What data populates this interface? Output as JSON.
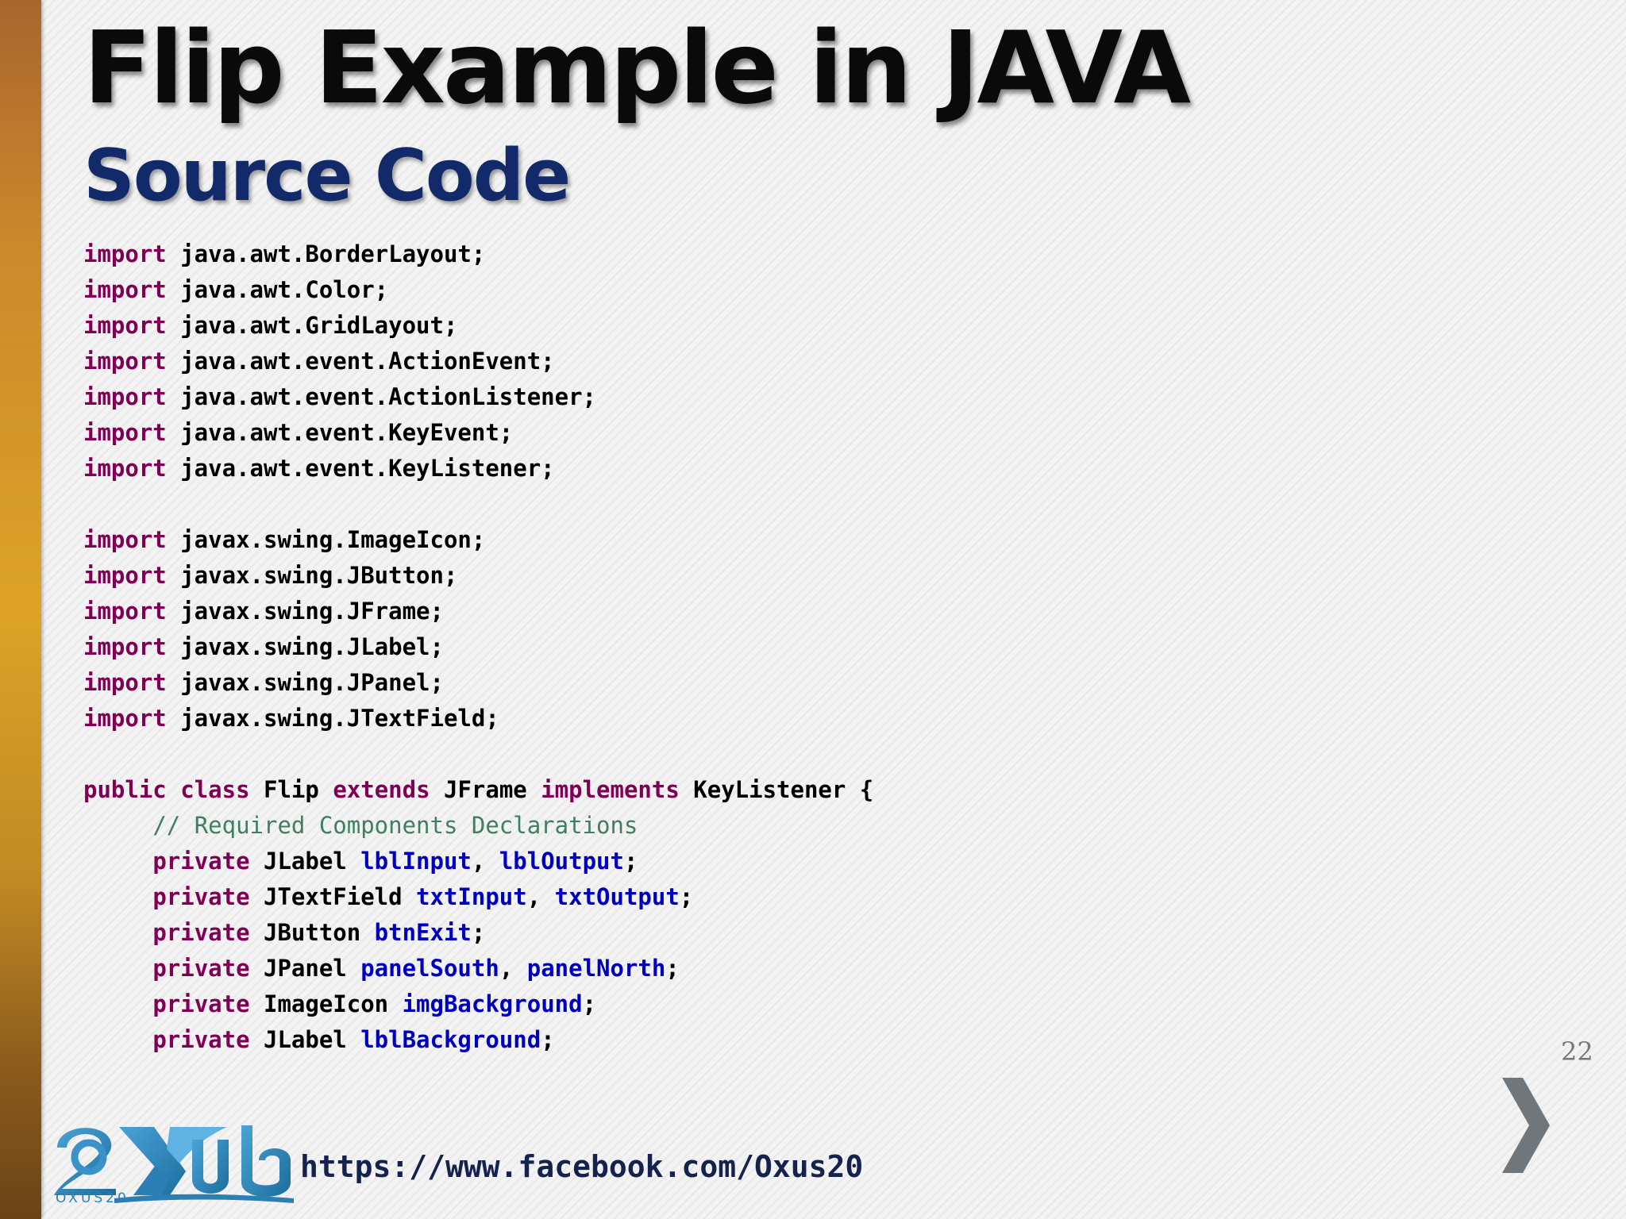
{
  "slide": {
    "title": "Flip Example in JAVA",
    "subtitle": "Source Code",
    "page_number": "22",
    "footer_url": "https://www.facebook.com/Oxus20",
    "logo_caption": "OXUS20"
  },
  "code": {
    "lines": [
      [
        {
          "t": "import",
          "c": "kw"
        },
        {
          "t": " java.awt.BorderLayout;"
        }
      ],
      [
        {
          "t": "import",
          "c": "kw"
        },
        {
          "t": " java.awt.Color;"
        }
      ],
      [
        {
          "t": "import",
          "c": "kw"
        },
        {
          "t": " java.awt.GridLayout;"
        }
      ],
      [
        {
          "t": "import",
          "c": "kw"
        },
        {
          "t": " java.awt.event.ActionEvent;"
        }
      ],
      [
        {
          "t": "import",
          "c": "kw"
        },
        {
          "t": " java.awt.event.ActionListener;"
        }
      ],
      [
        {
          "t": "import",
          "c": "kw"
        },
        {
          "t": " java.awt.event.KeyEvent;"
        }
      ],
      [
        {
          "t": "import",
          "c": "kw"
        },
        {
          "t": " java.awt.event.KeyListener;"
        }
      ],
      [],
      [
        {
          "t": "import",
          "c": "kw"
        },
        {
          "t": " javax.swing.ImageIcon;"
        }
      ],
      [
        {
          "t": "import",
          "c": "kw"
        },
        {
          "t": " javax.swing.JButton;"
        }
      ],
      [
        {
          "t": "import",
          "c": "kw"
        },
        {
          "t": " javax.swing.JFrame;"
        }
      ],
      [
        {
          "t": "import",
          "c": "kw"
        },
        {
          "t": " javax.swing.JLabel;"
        }
      ],
      [
        {
          "t": "import",
          "c": "kw"
        },
        {
          "t": " javax.swing.JPanel;"
        }
      ],
      [
        {
          "t": "import",
          "c": "kw"
        },
        {
          "t": " javax.swing.JTextField;"
        }
      ],
      [],
      [
        {
          "t": "public",
          "c": "kw"
        },
        {
          "t": " "
        },
        {
          "t": "class",
          "c": "kw"
        },
        {
          "t": " Flip "
        },
        {
          "t": "extends",
          "c": "kw"
        },
        {
          "t": " JFrame "
        },
        {
          "t": "implements",
          "c": "kw"
        },
        {
          "t": " KeyListener {"
        }
      ],
      [
        {
          "t": "     "
        },
        {
          "t": "// Required Components Declarations",
          "c": "cmt"
        }
      ],
      [
        {
          "t": "     "
        },
        {
          "t": "private",
          "c": "kw"
        },
        {
          "t": " JLabel "
        },
        {
          "t": "lblInput",
          "c": "fld"
        },
        {
          "t": ", "
        },
        {
          "t": "lblOutput",
          "c": "fld"
        },
        {
          "t": ";"
        }
      ],
      [
        {
          "t": "     "
        },
        {
          "t": "private",
          "c": "kw"
        },
        {
          "t": " JTextField "
        },
        {
          "t": "txtInput",
          "c": "fld"
        },
        {
          "t": ", "
        },
        {
          "t": "txtOutput",
          "c": "fld"
        },
        {
          "t": ";"
        }
      ],
      [
        {
          "t": "     "
        },
        {
          "t": "private",
          "c": "kw"
        },
        {
          "t": " JButton "
        },
        {
          "t": "btnExit",
          "c": "fld"
        },
        {
          "t": ";"
        }
      ],
      [
        {
          "t": "     "
        },
        {
          "t": "private",
          "c": "kw"
        },
        {
          "t": " JPanel "
        },
        {
          "t": "panelSouth",
          "c": "fld"
        },
        {
          "t": ", "
        },
        {
          "t": "panelNorth",
          "c": "fld"
        },
        {
          "t": ";"
        }
      ],
      [
        {
          "t": "     "
        },
        {
          "t": "private",
          "c": "kw"
        },
        {
          "t": " ImageIcon "
        },
        {
          "t": "imgBackground",
          "c": "fld"
        },
        {
          "t": ";"
        }
      ],
      [
        {
          "t": "     "
        },
        {
          "t": "private",
          "c": "kw"
        },
        {
          "t": " JLabel "
        },
        {
          "t": "lblBackground",
          "c": "fld"
        },
        {
          "t": ";"
        }
      ]
    ]
  },
  "colors": {
    "keyword": "#7f0055",
    "field": "#0000c0",
    "comment": "#3f7f5f",
    "subtitle": "#132a6a",
    "logo_blue": "#2b7fb2"
  },
  "icons": {
    "next": "chevron-right-icon",
    "logo": "oxus20-logo"
  }
}
